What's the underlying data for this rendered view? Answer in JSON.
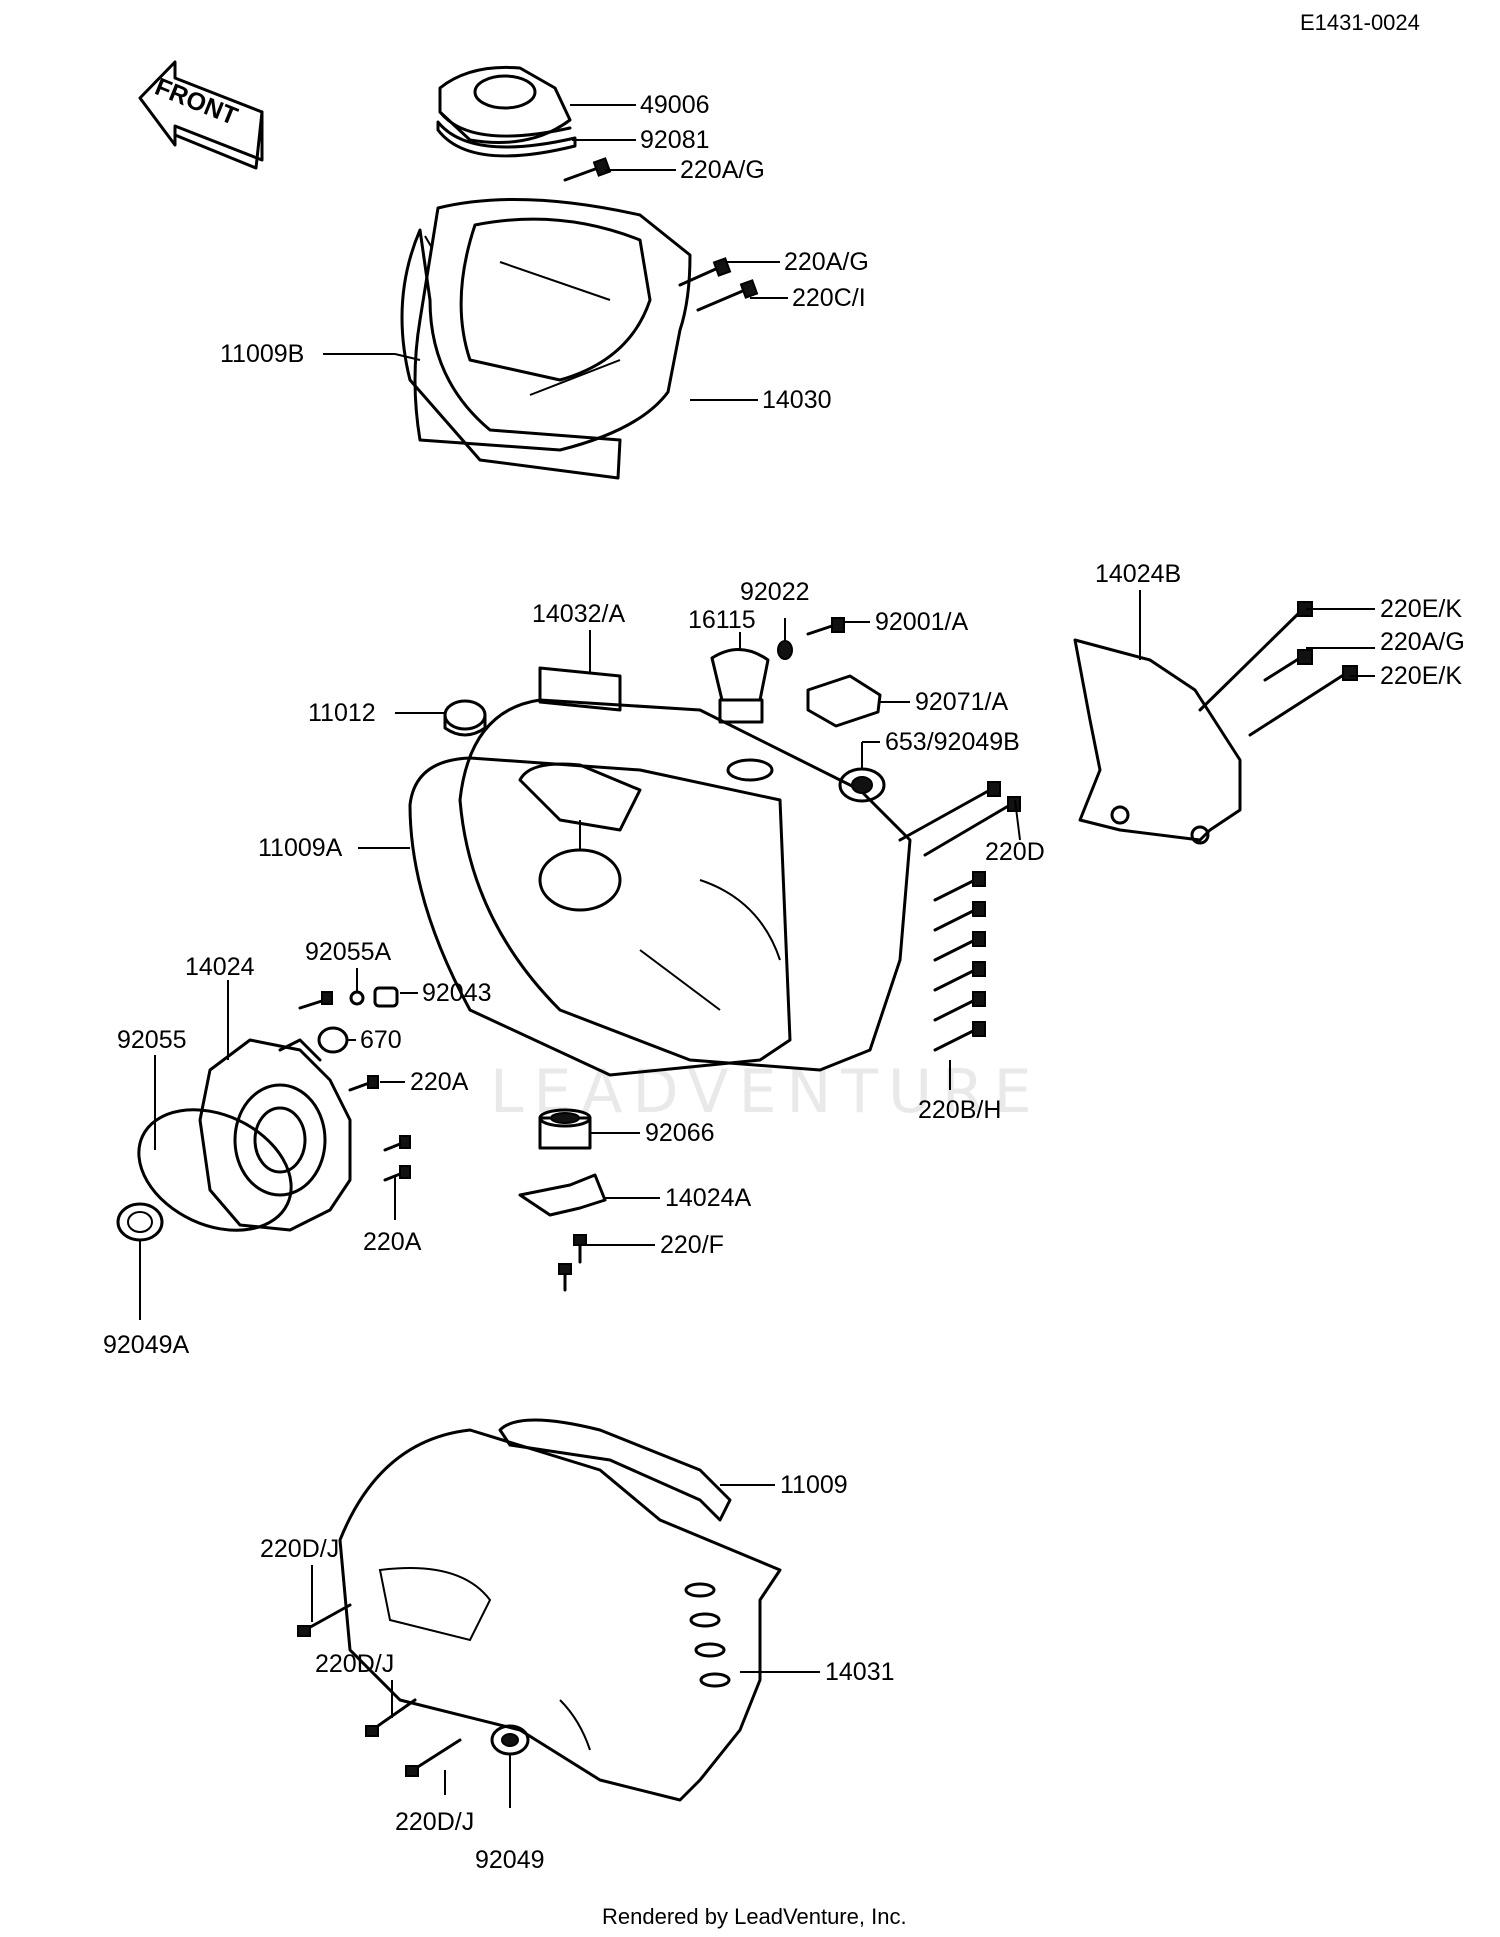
{
  "document_id": "E1431-0024",
  "watermark": "LEADVENTURE",
  "front_label": "FRONT",
  "footer": "Rendered by LeadVenture, Inc.",
  "labels": {
    "l49006": "49006",
    "l92081": "92081",
    "l220AG_1": "220A/G",
    "l220AG_2": "220A/G",
    "l220CI": "220C/I",
    "l11009B": "11009B",
    "l14030": "14030",
    "l14032A": "14032/A",
    "l92022": "92022",
    "l16115": "16115",
    "l92001A": "92001/A",
    "l14024B": "14024B",
    "l220EK_1": "220E/K",
    "l220AG_3": "220A/G",
    "l220EK_2": "220E/K",
    "l11012": "11012",
    "l92071A": "92071/A",
    "l653_92049B": "653/92049B",
    "l11009A": "11009A",
    "l220D": "220D",
    "l92055A": "92055A",
    "l14024": "14024",
    "l92043": "92043",
    "l92055": "92055",
    "l670": "670",
    "l220A_1": "220A",
    "l220BH": "220B/H",
    "l92066": "92066",
    "l14024A": "14024A",
    "l220A_2": "220A",
    "l220F": "220/F",
    "l92049A": "92049A",
    "l11009": "11009",
    "l220DJ_1": "220D/J",
    "l14031": "14031",
    "l220DJ_2": "220D/J",
    "l220DJ_3": "220D/J",
    "l92049": "92049"
  }
}
